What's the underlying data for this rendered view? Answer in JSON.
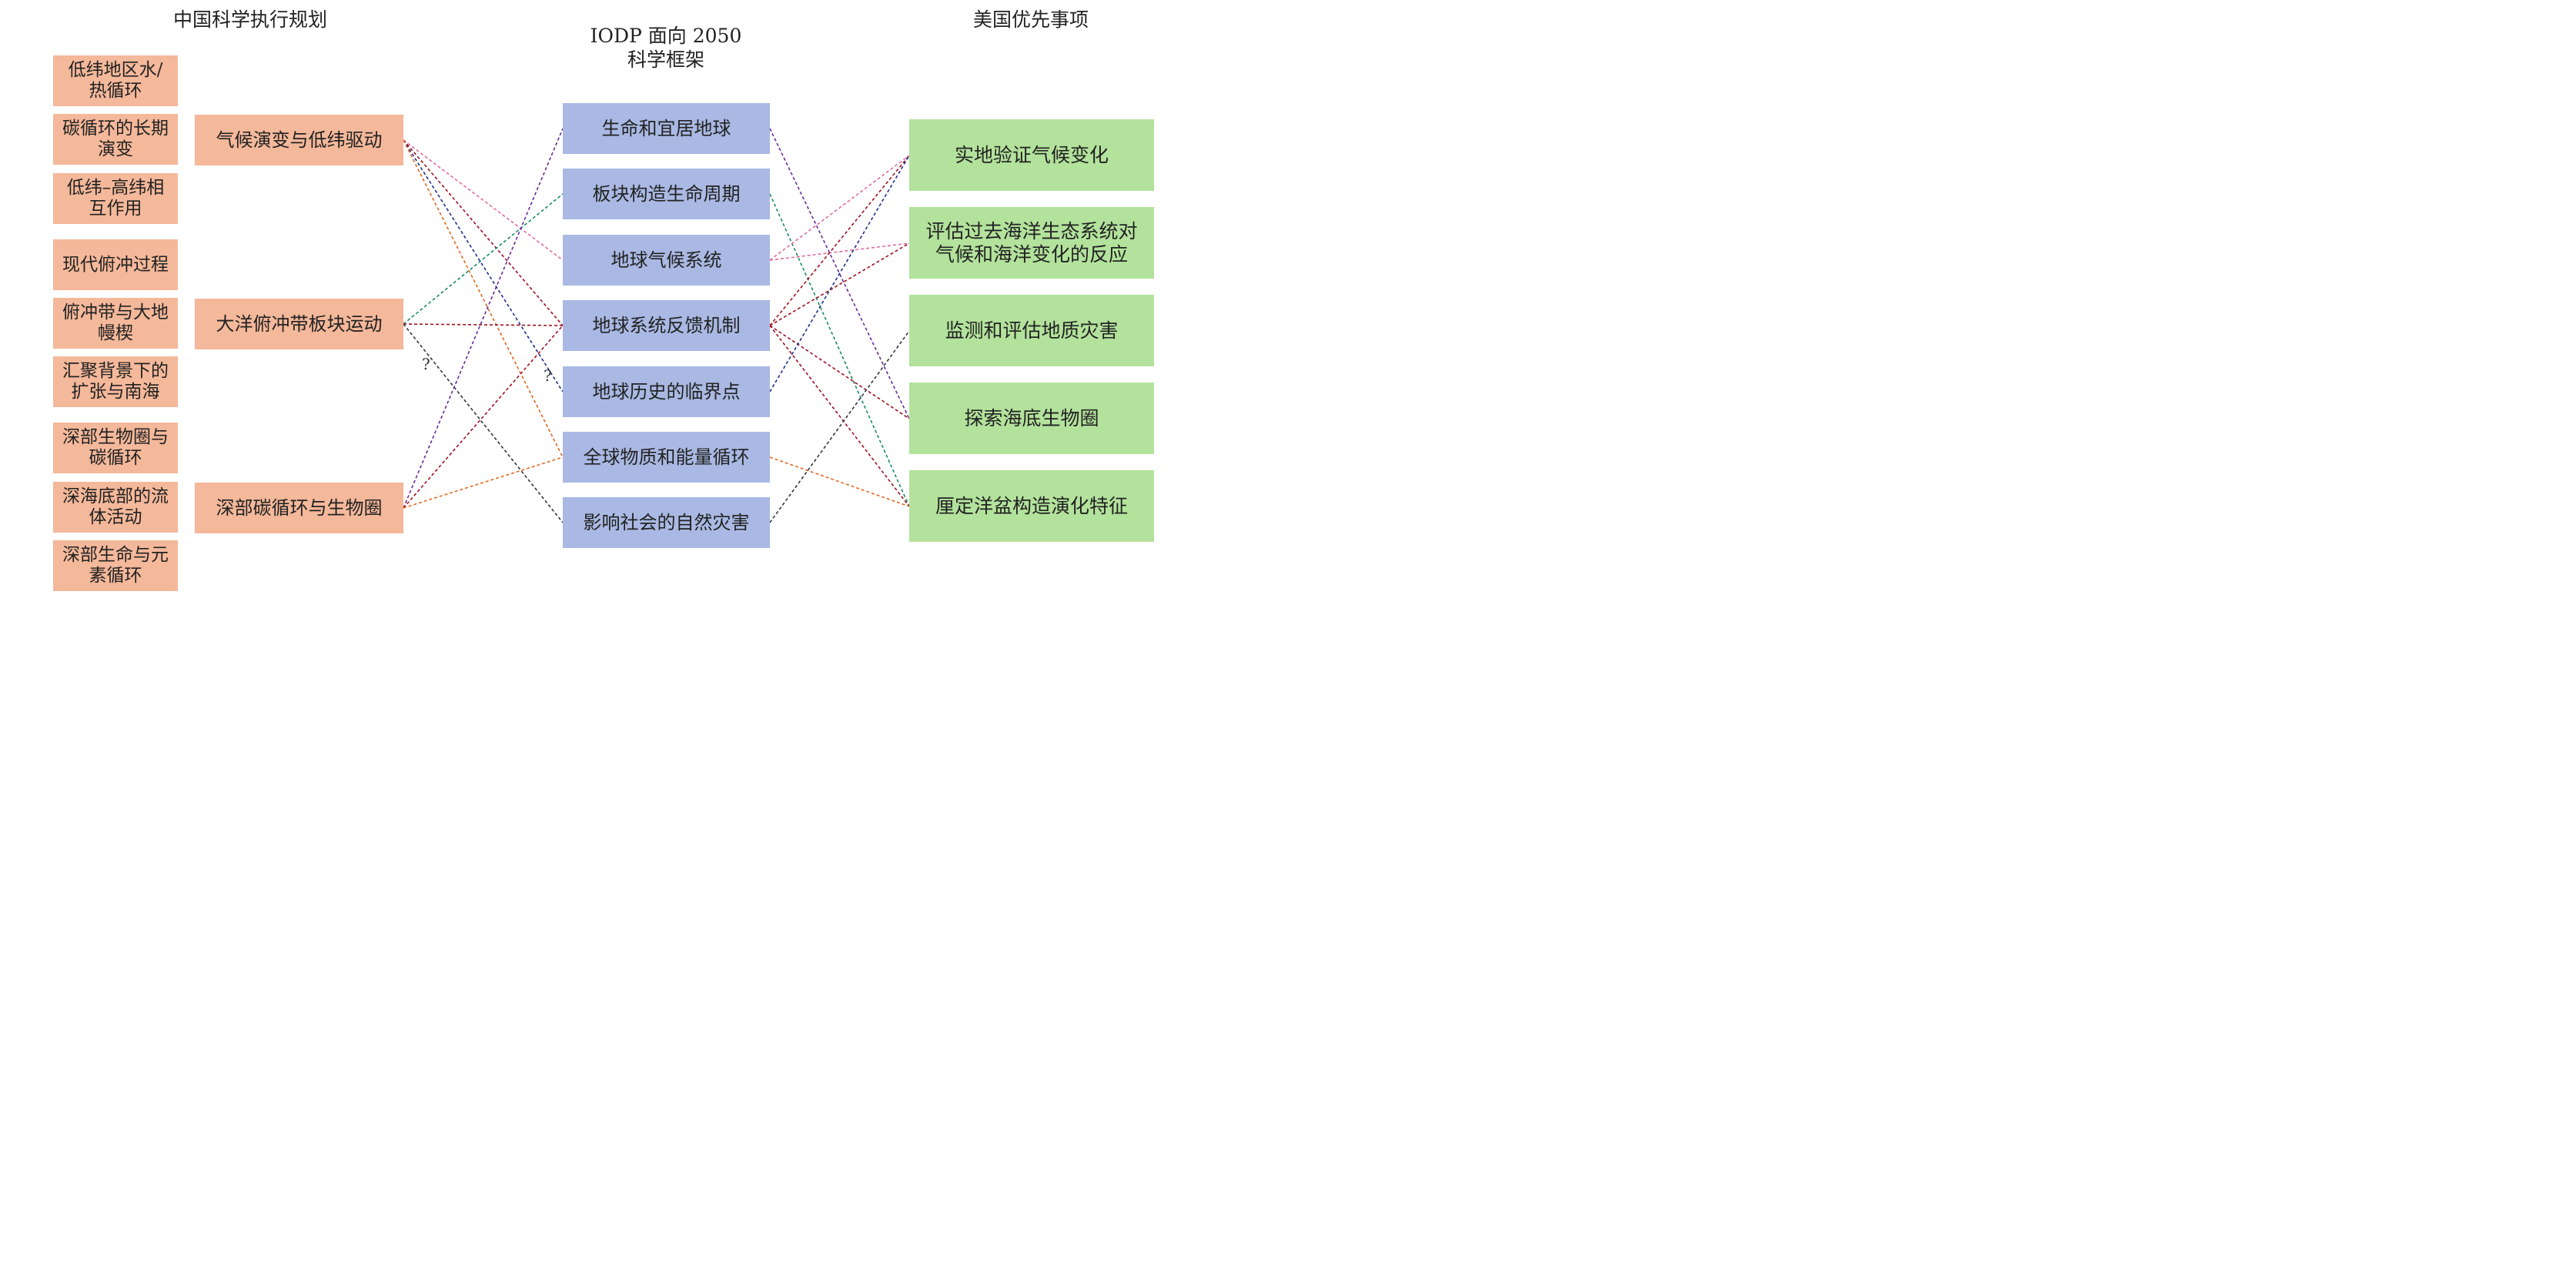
{
  "headers": {
    "china": "中国科学执行规划",
    "iodp": "IODP 面向 2050\n科学框架",
    "us": "美国优先事项"
  },
  "china_sub": [
    "低纬地区水/\n热循环",
    "碳循环的长期\n演变",
    "低纬–高纬相\n互作用",
    "现代俯冲过程",
    "俯冲带与大地\n幔楔",
    "汇聚背景下的\n扩张与南海",
    "深部生物圈与\n碳循环",
    "深海底部的流\n体活动",
    "深部生命与元\n素循环"
  ],
  "china_main": [
    "气候演变与低纬驱动",
    "大洋俯冲带板块运动",
    "深部碳循环与生物圈"
  ],
  "iodp_items": [
    "生命和宜居地球",
    "板块构造生命周期",
    "地球气候系统",
    "地球系统反馈机制",
    "地球历史的临界点",
    "全球物质和能量循环",
    "影响社会的自然灾害"
  ],
  "us_items": [
    "实地验证气候变化",
    "评估过去海洋生态系统对\n气候和海洋变化的反应",
    "监测和评估地质灾害",
    "探索海底生物圈",
    "厘定洋盆构造演化特征"
  ],
  "question_mark": "?",
  "colors": {
    "china_box": "#f4b89a",
    "iodp_box": "#a9b9e3",
    "us_box": "#b3e29c",
    "pink": "#e06aa0",
    "red": "#a01020",
    "navy": "#1f2f8a",
    "orange": "#e06820",
    "teal": "#1a8a6a",
    "purple": "#6a2a9a",
    "dark": "#333344"
  },
  "links_left": [
    {
      "from": 0,
      "to": 2,
      "color": "pink"
    },
    {
      "from": 0,
      "to": 3,
      "color": "red"
    },
    {
      "from": 0,
      "to": 4,
      "color": "navy",
      "uncertain": true
    },
    {
      "from": 0,
      "to": 5,
      "color": "orange"
    },
    {
      "from": 1,
      "to": 1,
      "color": "teal"
    },
    {
      "from": 1,
      "to": 3,
      "color": "red"
    },
    {
      "from": 1,
      "to": 6,
      "color": "dark",
      "uncertain": true
    },
    {
      "from": 2,
      "to": 0,
      "color": "purple"
    },
    {
      "from": 2,
      "to": 3,
      "color": "red"
    },
    {
      "from": 2,
      "to": 5,
      "color": "orange"
    }
  ],
  "links_right": [
    {
      "from": 0,
      "to": 3,
      "color": "purple"
    },
    {
      "from": 1,
      "to": 4,
      "color": "teal"
    },
    {
      "from": 2,
      "to": 0,
      "color": "pink"
    },
    {
      "from": 2,
      "to": 1,
      "color": "pink"
    },
    {
      "from": 3,
      "to": 0,
      "color": "red"
    },
    {
      "from": 3,
      "to": 1,
      "color": "red"
    },
    {
      "from": 3,
      "to": 3,
      "color": "red"
    },
    {
      "from": 3,
      "to": 4,
      "color": "red"
    },
    {
      "from": 4,
      "to": 0,
      "color": "navy"
    },
    {
      "from": 5,
      "to": 4,
      "color": "orange"
    },
    {
      "from": 6,
      "to": 2,
      "color": "dark"
    }
  ]
}
